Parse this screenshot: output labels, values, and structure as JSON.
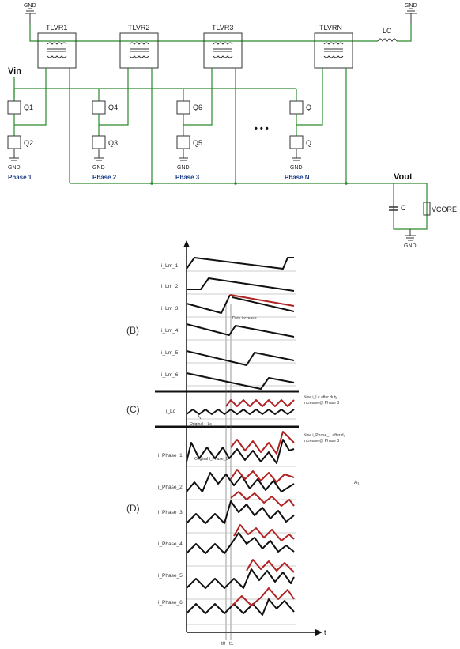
{
  "circuit": {
    "gnd_label": "GND",
    "vin_label": "Vin",
    "vout_label": "Vout",
    "lc_label": "LC",
    "cap_label": "C",
    "load_label": "VCORE",
    "dots": "• • •",
    "transformers": [
      "TLVR1",
      "TLVR2",
      "TLVR3",
      "TLVRN"
    ],
    "switches": [
      {
        "top": "Q1",
        "bottom": "Q2"
      },
      {
        "top": "Q4",
        "bottom": "Q3"
      },
      {
        "top": "Q6",
        "bottom": "Q5"
      },
      {
        "top": "Q",
        "bottom": "Q"
      }
    ],
    "phases": [
      "Phase 1",
      "Phase 2",
      "Phase 3",
      "Phase N"
    ]
  },
  "timing": {
    "sections": {
      "b": "(B)",
      "c": "(C)",
      "d": "(D)"
    },
    "signals_lm": [
      "i_Lm_1",
      "i_Lm_2",
      "i_Lm_3",
      "i_Lm_4",
      "i_Lm_5",
      "i_Lm_6"
    ],
    "signal_lc": "i_Lc",
    "signals_phase": [
      "i_Phase_1",
      "i_Phase_2",
      "i_Phase_3",
      "i_Phase_4",
      "i_Phase_5",
      "i_Phase_6"
    ],
    "duty_note": "Duty increase",
    "original_lc": "Original i_Lc",
    "original_phase": "Original i_Phase_1",
    "new_lc_note": [
      "New i_Lc after duty",
      "increase @ Phase 3"
    ],
    "new_phase_note": [
      "New i_Phase_1 after d₂",
      "increase @ Phase 3"
    ],
    "t_axis": "t",
    "t0": "t0",
    "t1": "t1",
    "stray_mark": "A₁",
    "colors": {
      "normal": "#111111",
      "modified": "#b22222",
      "wire": "#2a8a2a"
    }
  }
}
